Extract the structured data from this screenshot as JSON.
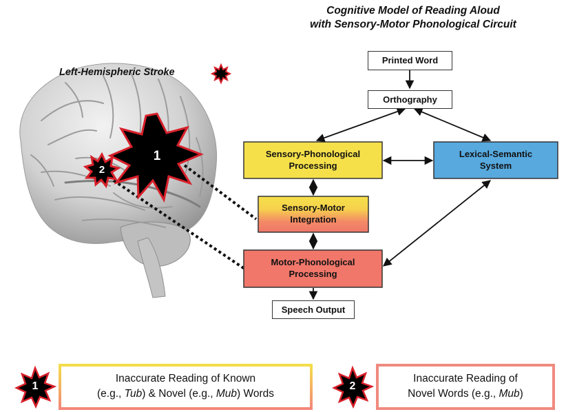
{
  "title": {
    "line1": "Cognitive Model of Reading Aloud",
    "line2": "with Sensory-Motor Phonological Circuit"
  },
  "stroke_label": "Left-Hemispheric Stroke",
  "lesion_markers": [
    "1",
    "2"
  ],
  "nodes": {
    "printed_word": "Printed Word",
    "orthography": "Orthography",
    "sensory_phon": {
      "line1": "Sensory-Phonological",
      "line2": "Processing"
    },
    "lexical_sem": {
      "line1": "Lexical-Semantic",
      "line2": "System"
    },
    "sensory_motor": {
      "line1": "Sensory-Motor",
      "line2": "Integration"
    },
    "motor_phon": {
      "line1": "Motor-Phonological",
      "line2": "Processing"
    },
    "speech_output": "Speech Output"
  },
  "legend": [
    {
      "marker": "1",
      "line1": "Inaccurate Reading of Known",
      "line2_parts": [
        "(e.g., ",
        "Tub",
        ") & Novel (e.g., ",
        "Mub",
        ") Words"
      ]
    },
    {
      "marker": "2",
      "line1": "Inaccurate Reading of",
      "line2_parts": [
        "Novel Words (e.g., ",
        "Mub",
        ")"
      ]
    }
  ],
  "colors": {
    "yellow": "#f5e04a",
    "blue": "#57a9de",
    "salmon": "#f0776a",
    "legend1_border_top": "#f4de4a",
    "legend1_border_bottom": "#f3877a",
    "legend2_border": "#f08a80",
    "burst_fill": "#000000",
    "burst_edge": "#d8202a",
    "brain_gray": "#cfcfcf"
  }
}
